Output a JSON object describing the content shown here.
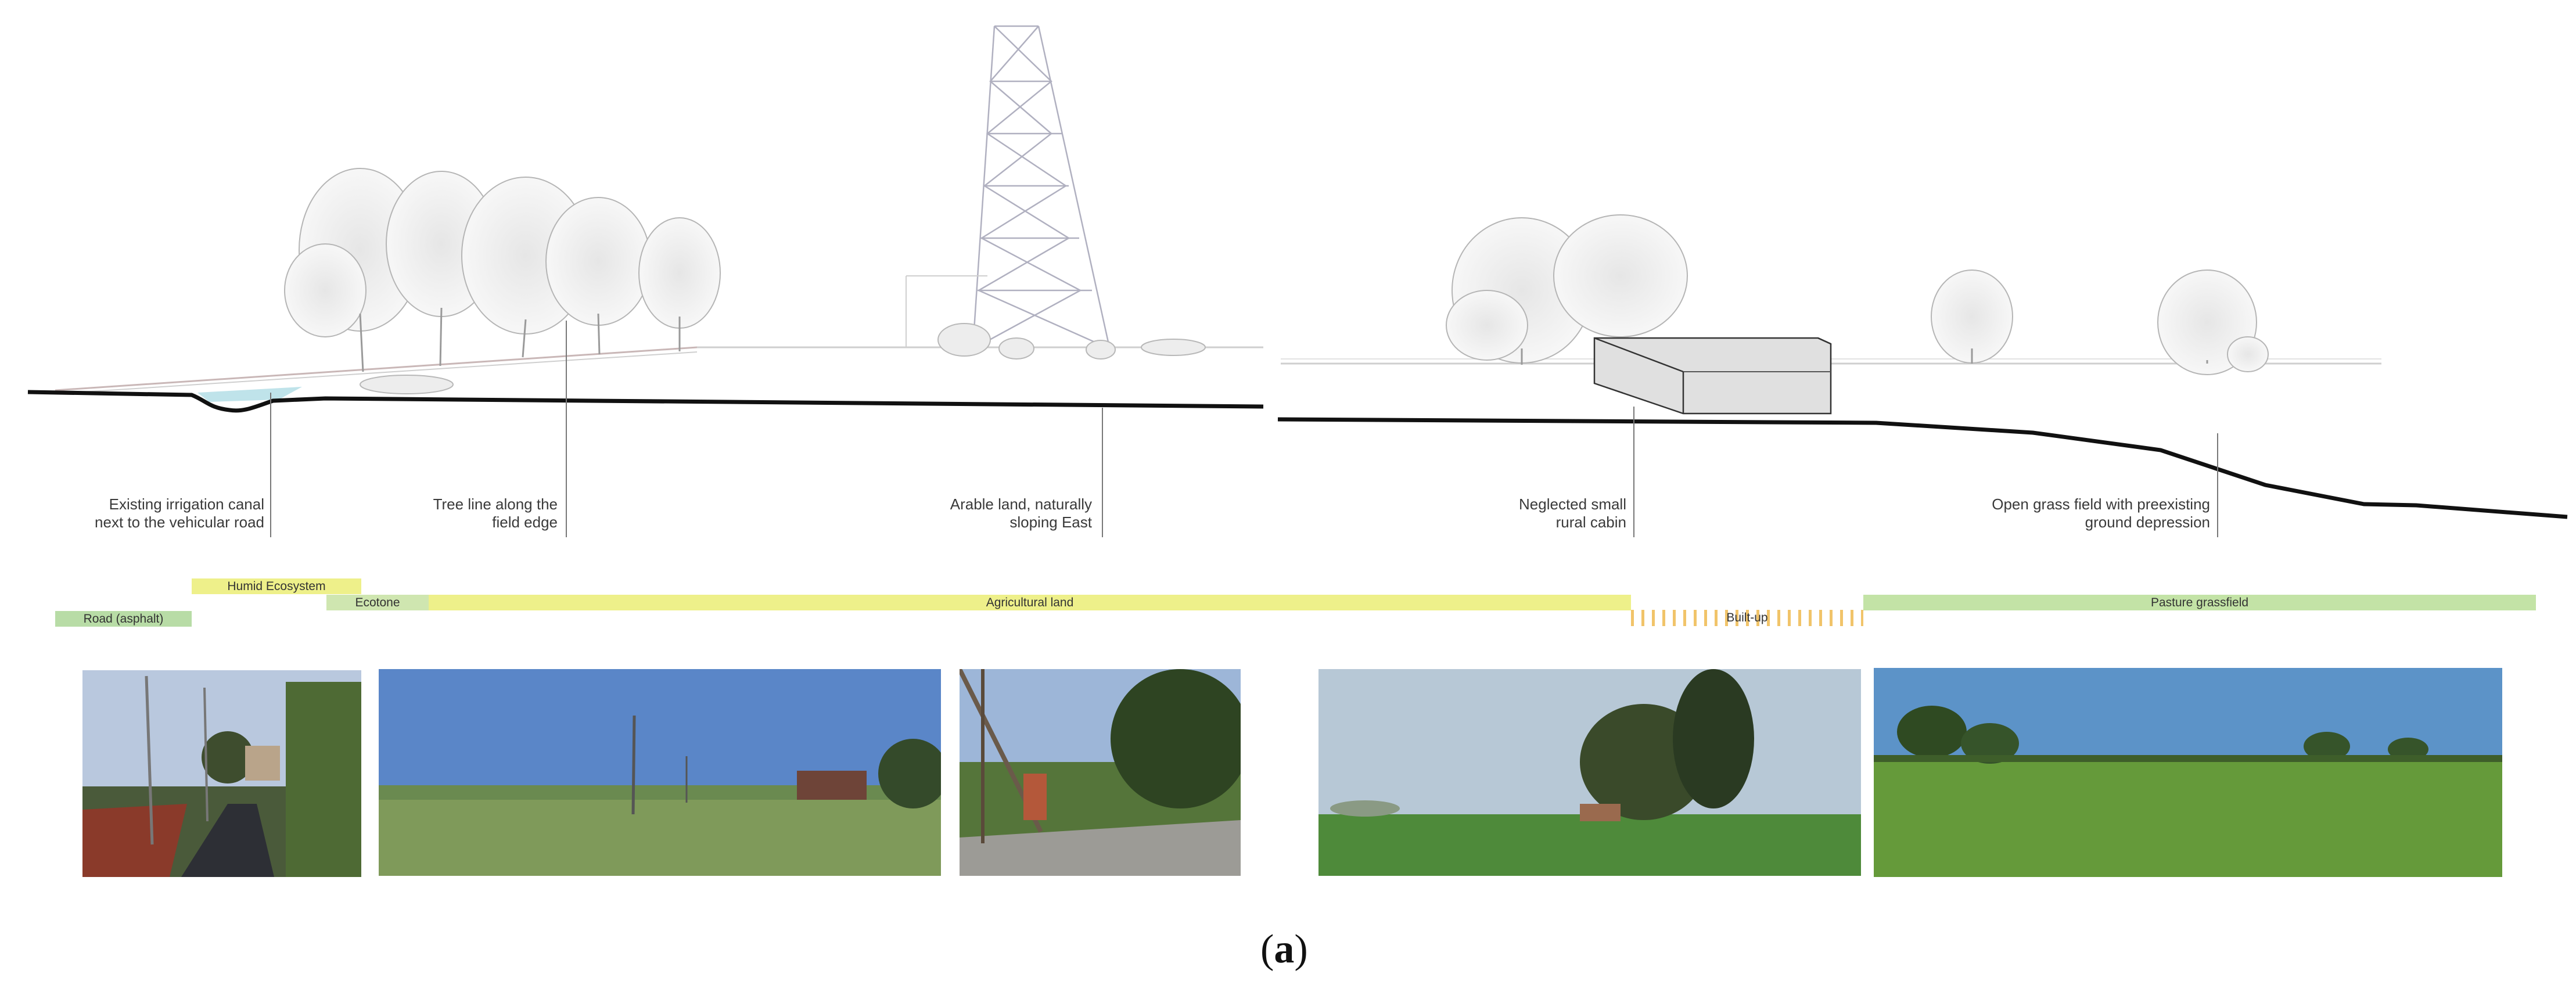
{
  "annotations": {
    "canal": "Existing irrigation canal\nnext to the vehicular road",
    "tree_line": "Tree line along the\nfield edge",
    "arable": "Arable land, naturally\nsloping East",
    "cabin": "Neglected small\nrural cabin",
    "grass_field": "Open grass field with preexisting\nground depression"
  },
  "bands": {
    "road": "Road (asphalt)",
    "humid": "Humid Ecosystem",
    "ecotone": "Ecotone",
    "agricultural": "Agricultural land",
    "built_up": "Built-up",
    "pasture": "Pasture grassfield"
  },
  "colors": {
    "road": "#b8dca6",
    "humid": "#eef08a",
    "ecotone": "#cfe6b0",
    "agricultural": "#eef08a",
    "built_up": "#f1c46a",
    "pasture": "#c3e3a6"
  },
  "photos": [
    {
      "name": "road-photo",
      "icon": "country-road-photo"
    },
    {
      "name": "field-photo",
      "icon": "field-with-pylon-photo"
    },
    {
      "name": "pylon-edge-photo",
      "icon": "pylon-base-photo"
    },
    {
      "name": "cabin-photo",
      "icon": "rural-cabin-photo"
    },
    {
      "name": "grassfield-photo",
      "icon": "pasture-photo"
    }
  ],
  "caption": {
    "open": "(",
    "letter": "a",
    "close": ")"
  }
}
